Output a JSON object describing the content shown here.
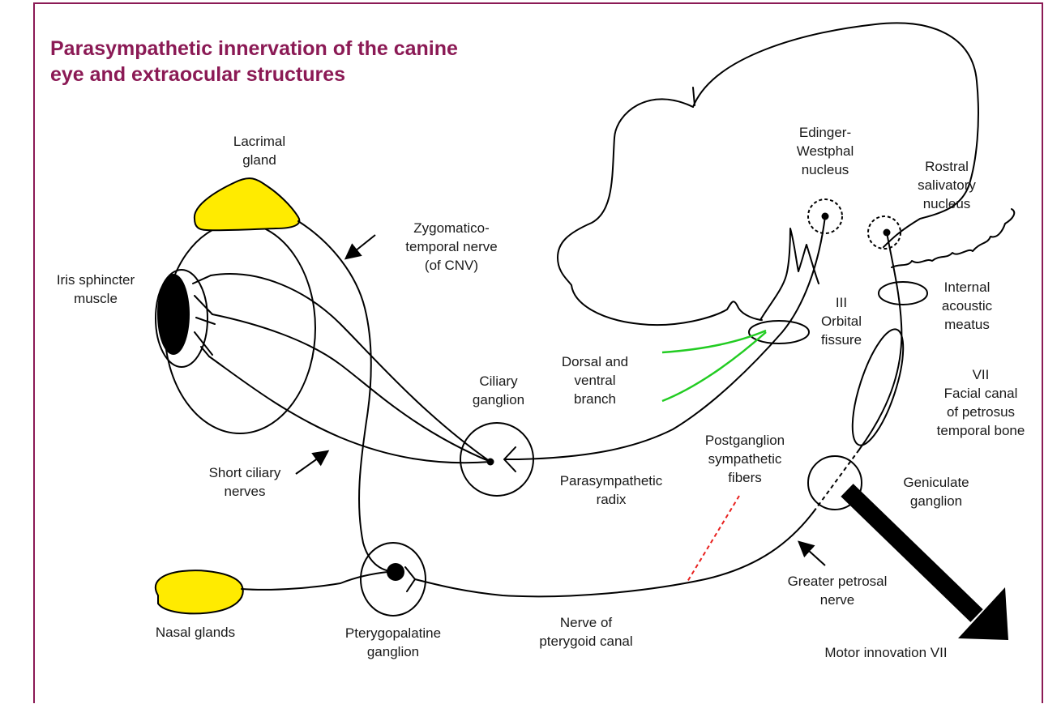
{
  "title": {
    "line1": "Parasympathetic innervation of the canine",
    "line2": "eye and extraocular structures"
  },
  "colors": {
    "border": "#8b1a55",
    "title": "#8b1a55",
    "gland": "#ffeb00",
    "branch": "#22cc22",
    "sympathetic": "#e8201e",
    "stroke": "#000000"
  },
  "labels": {
    "lacrimal_gland": [
      "Lacrimal",
      "gland"
    ],
    "zygomatico_temporal": [
      "Zygomatico-",
      "temporal nerve",
      "(of CNV)"
    ],
    "iris_sphincter": [
      "Iris sphincter",
      "muscle"
    ],
    "edinger_westphal": [
      "Edinger-",
      "Westphal",
      "nucleus"
    ],
    "rostral_salivatory": [
      "Rostral",
      "salivatory",
      "nucleus"
    ],
    "internal_acoustic": [
      "Internal",
      "acoustic",
      "meatus"
    ],
    "orbital_fissure": [
      "III",
      "Orbital",
      "fissure"
    ],
    "dorsal_ventral": [
      "Dorsal and",
      "ventral",
      "branch"
    ],
    "ciliary_ganglion": [
      "Ciliary",
      "ganglion"
    ],
    "facial_canal": [
      "VII",
      "Facial canal",
      "of petrosus",
      "temporal bone"
    ],
    "short_ciliary": [
      "Short ciliary",
      "nerves"
    ],
    "postganglion": [
      "Postganglion",
      "sympathetic",
      "fibers"
    ],
    "parasympathetic_radix": [
      "Parasympathetic",
      "radix"
    ],
    "geniculate": [
      "Geniculate",
      "ganglion"
    ],
    "greater_petrosal": [
      "Greater petrosal",
      "nerve"
    ],
    "nasal_glands": [
      "Nasal glands"
    ],
    "pterygopalatine": [
      "Pterygopalatine",
      "ganglion"
    ],
    "pterygoid_canal": [
      "Nerve of",
      "pterygoid canal"
    ],
    "motor_innovation": [
      "Motor innovation VII"
    ]
  }
}
